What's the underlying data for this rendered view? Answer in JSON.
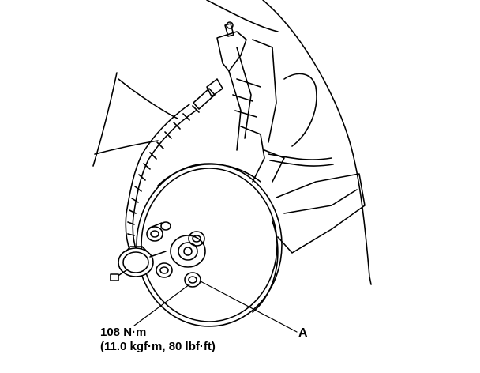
{
  "labels": {
    "torque_line1": "108 N·m",
    "torque_line2": "(11.0 kgf·m, 80 lbf·ft)",
    "callout_a": "A"
  }
}
